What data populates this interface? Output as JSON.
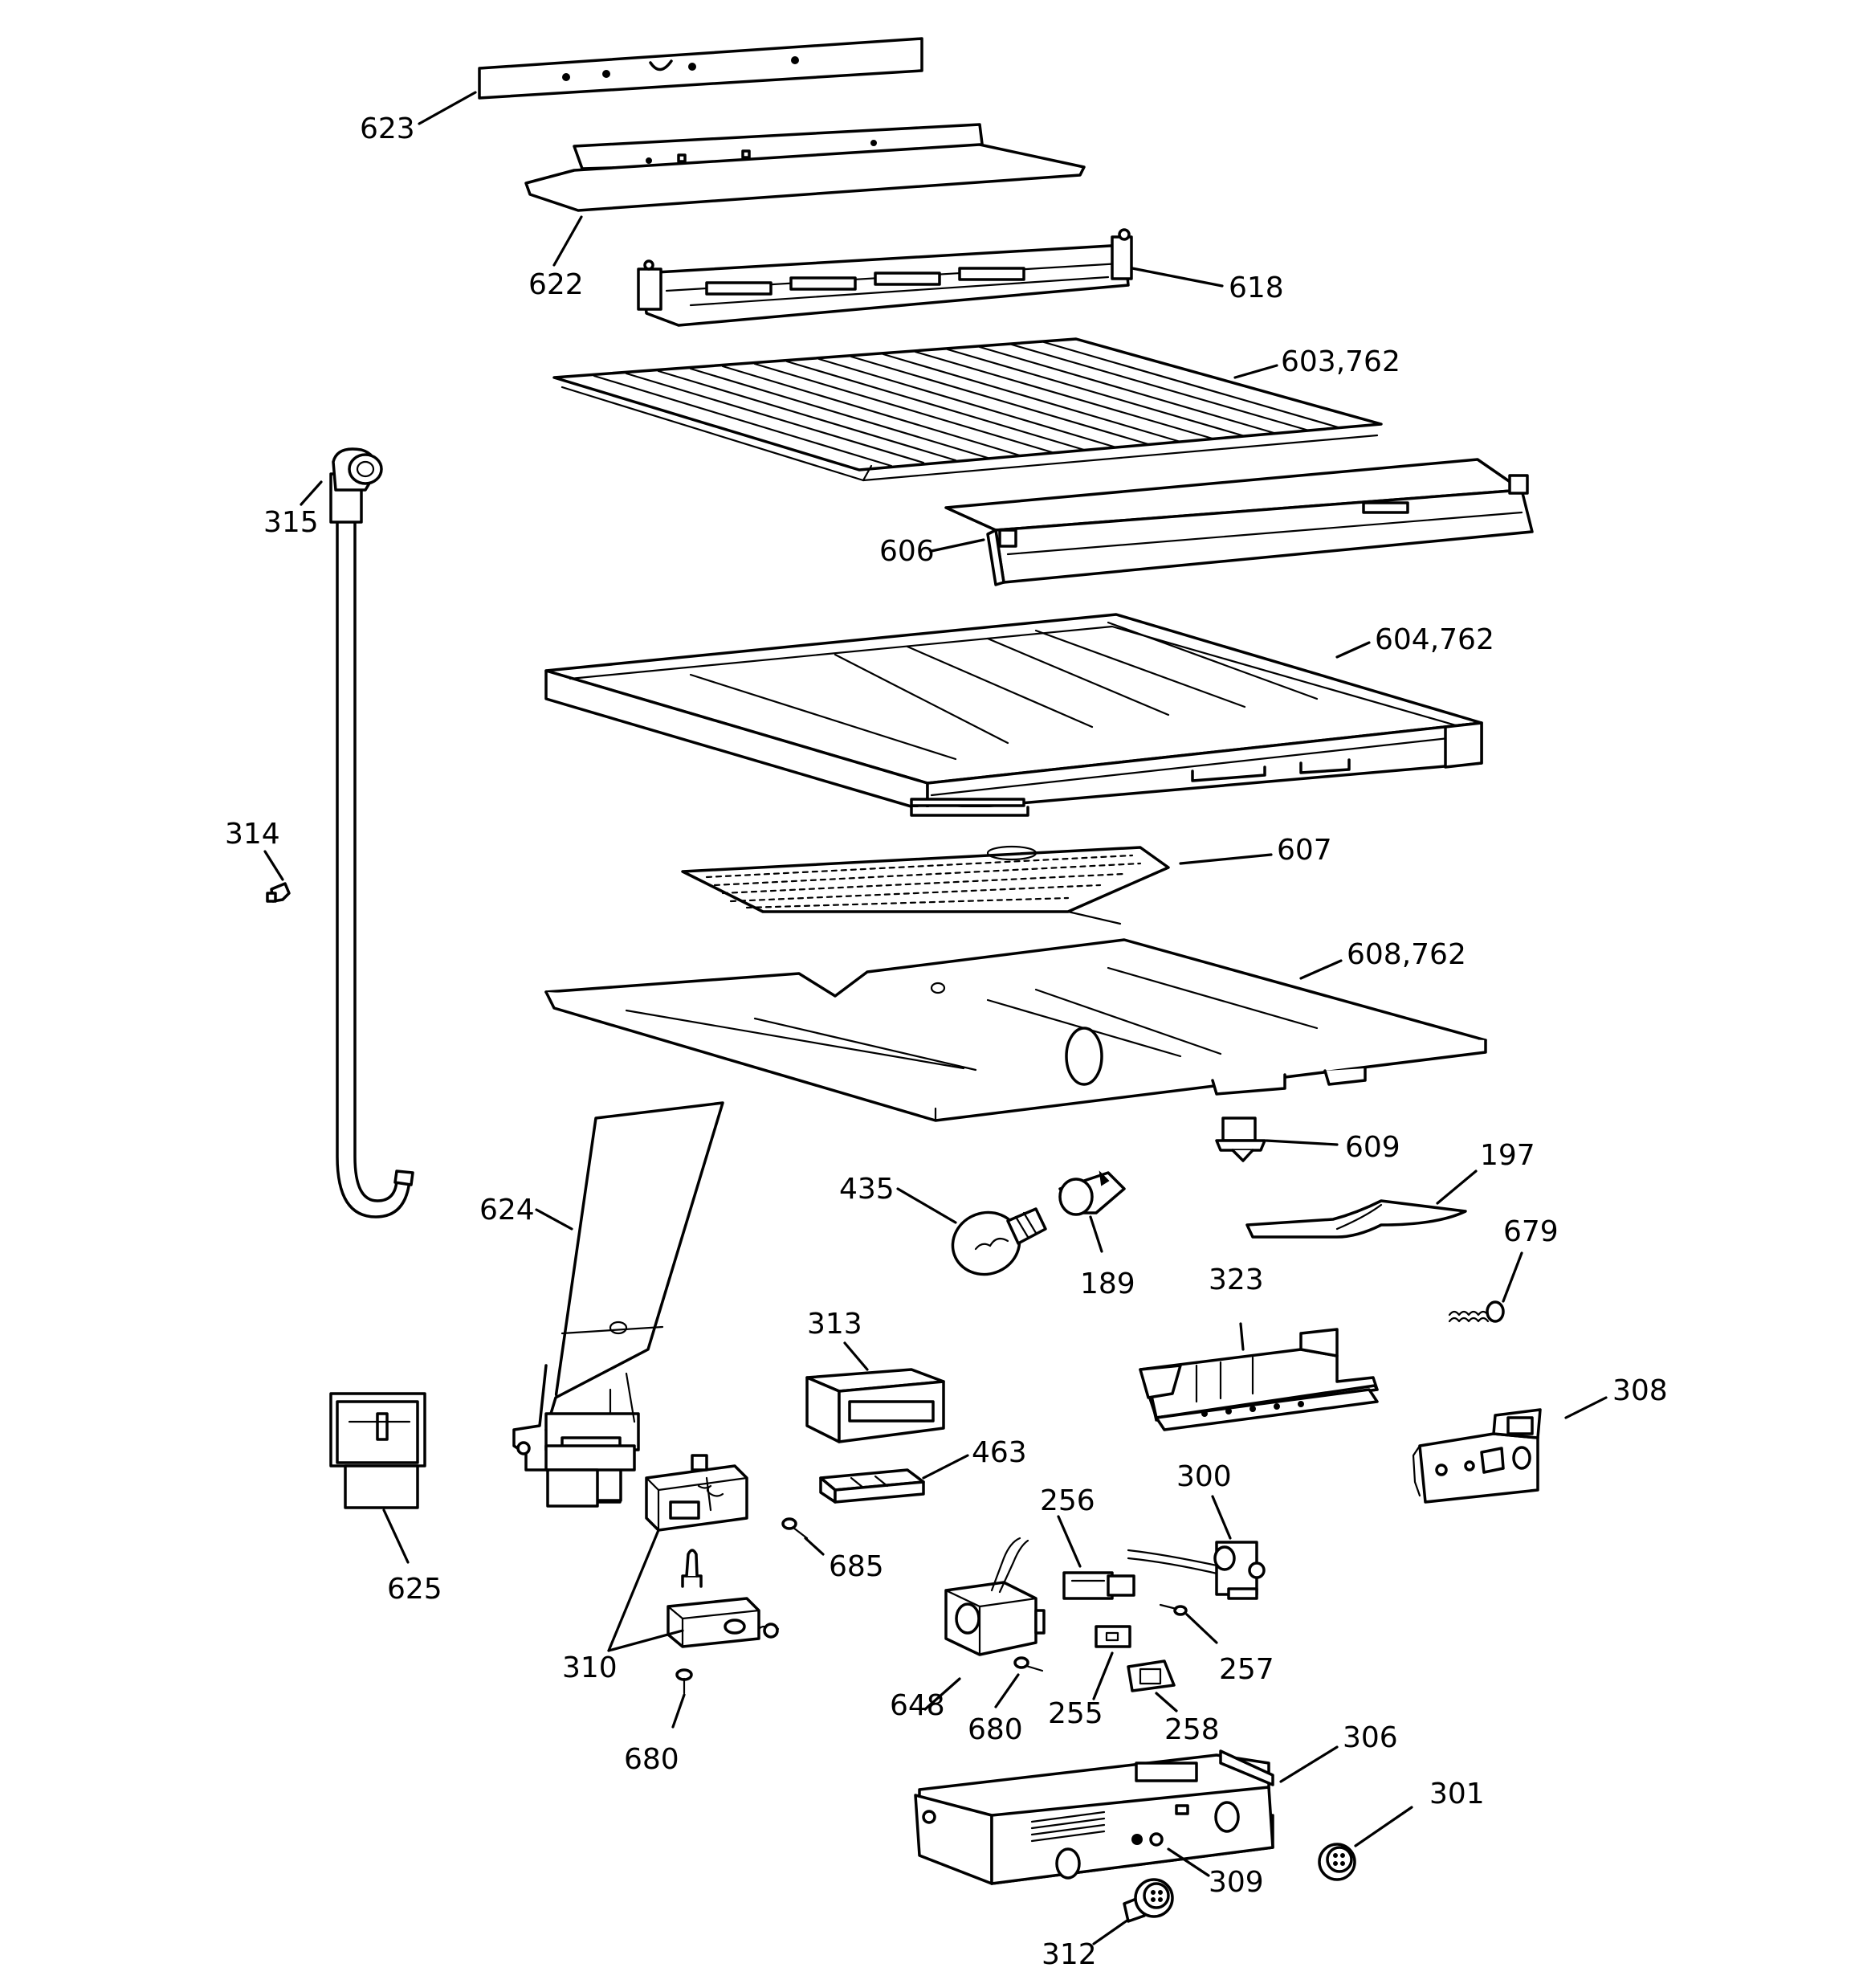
{
  "diagram": {
    "colors": {
      "ink": "#000000",
      "paper": "#ffffff"
    },
    "callouts": [
      {
        "id": "c623",
        "label": "623",
        "part": "623"
      },
      {
        "id": "c622",
        "label": "622",
        "part": "622"
      },
      {
        "id": "c618",
        "label": "618",
        "part": "618"
      },
      {
        "id": "c603",
        "label": "603,762",
        "part": "603"
      },
      {
        "id": "c315",
        "label": "315",
        "part": "315"
      },
      {
        "id": "c606",
        "label": "606",
        "part": "606"
      },
      {
        "id": "c604",
        "label": "604,762",
        "part": "604"
      },
      {
        "id": "c314",
        "label": "314",
        "part": "314"
      },
      {
        "id": "c607",
        "label": "607",
        "part": "607"
      },
      {
        "id": "c608",
        "label": "608,762",
        "part": "608"
      },
      {
        "id": "c609",
        "label": "609",
        "part": "609"
      },
      {
        "id": "c197",
        "label": "197",
        "part": "197"
      },
      {
        "id": "c624",
        "label": "624",
        "part": "624"
      },
      {
        "id": "c435",
        "label": "435",
        "part": "435"
      },
      {
        "id": "c189",
        "label": "189",
        "part": "189"
      },
      {
        "id": "c679",
        "label": "679",
        "part": "679"
      },
      {
        "id": "c323",
        "label": "323",
        "part": "323"
      },
      {
        "id": "c313",
        "label": "313",
        "part": "313"
      },
      {
        "id": "c308",
        "label": "308",
        "part": "308"
      },
      {
        "id": "c463",
        "label": "463",
        "part": "463"
      },
      {
        "id": "c256",
        "label": "256",
        "part": "256"
      },
      {
        "id": "c300",
        "label": "300",
        "part": "300"
      },
      {
        "id": "c625",
        "label": "625",
        "part": "625"
      },
      {
        "id": "c685",
        "label": "685",
        "part": "685"
      },
      {
        "id": "c310",
        "label": "310",
        "part": "310"
      },
      {
        "id": "c257",
        "label": "257",
        "part": "257"
      },
      {
        "id": "c648",
        "label": "648",
        "part": "648"
      },
      {
        "id": "c680a",
        "label": "680",
        "part": "680"
      },
      {
        "id": "c255",
        "label": "255",
        "part": "255"
      },
      {
        "id": "c258",
        "label": "258",
        "part": "258"
      },
      {
        "id": "c680b",
        "label": "680",
        "part": "680"
      },
      {
        "id": "c306",
        "label": "306",
        "part": "306"
      },
      {
        "id": "c301",
        "label": "301",
        "part": "301"
      },
      {
        "id": "c309",
        "label": "309",
        "part": "309"
      },
      {
        "id": "c312",
        "label": "312",
        "part": "312"
      }
    ]
  }
}
